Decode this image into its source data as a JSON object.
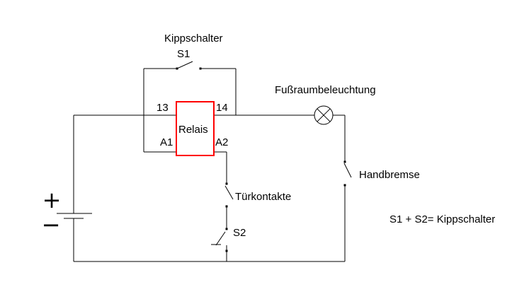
{
  "diagram": {
    "type": "circuit-diagram",
    "colors": {
      "background": "#ffffff",
      "wire": "#000000",
      "relay_border": "#ff0000"
    },
    "labels": {
      "kippschalter": "Kippschalter",
      "s1": "S1",
      "terminal_13": "13",
      "terminal_14": "14",
      "relais": "Relais",
      "terminal_a1": "A1",
      "terminal_a2": "A2",
      "fussraumbeleuchtung": "Fußraumbeleuchtung",
      "handbremse": "Handbremse",
      "tuerkontakte": "Türkontakte",
      "s2": "S2",
      "battery_plus": "+",
      "battery_minus": "−",
      "note": "S1 + S2= Kippschalter"
    }
  }
}
